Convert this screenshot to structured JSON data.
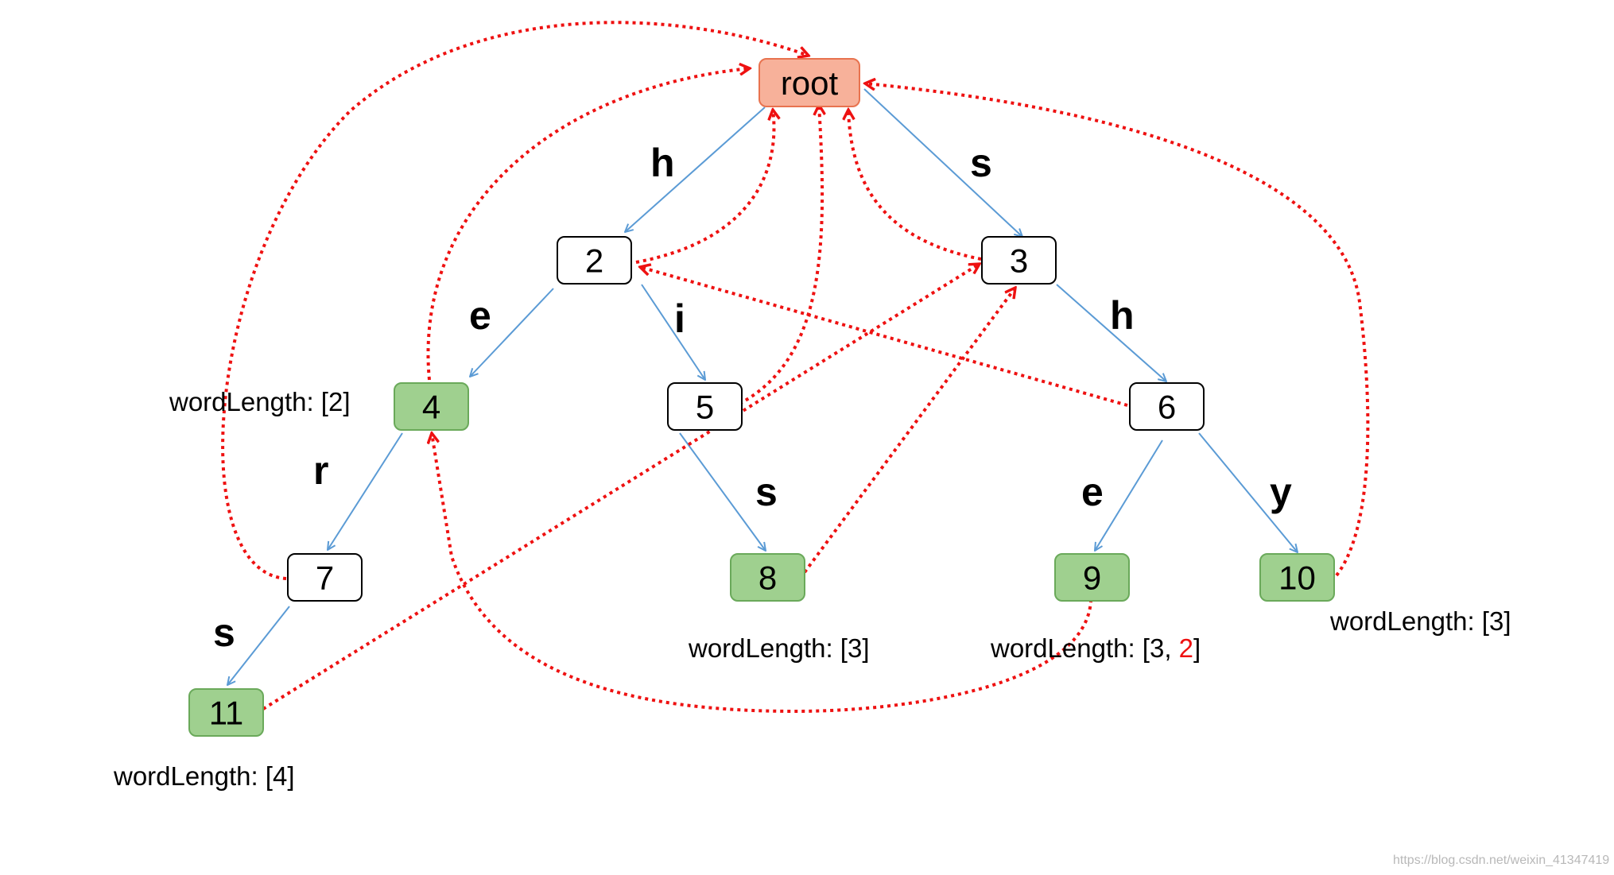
{
  "colors": {
    "root_fill": "#f7b19a",
    "root_stroke": "#e8734f",
    "end_fill": "#9fd08f",
    "end_stroke": "#6aa95a",
    "plain_fill": "#ffffff",
    "plain_stroke": "#000000",
    "tree_edge": "#5b9bd5",
    "fail_link": "#ee1111",
    "highlight": "#ee1111"
  },
  "nodes": [
    {
      "id": "root",
      "label": "root",
      "kind": "root"
    },
    {
      "id": "2",
      "label": "2",
      "kind": "plain"
    },
    {
      "id": "3",
      "label": "3",
      "kind": "plain"
    },
    {
      "id": "4",
      "label": "4",
      "kind": "end"
    },
    {
      "id": "5",
      "label": "5",
      "kind": "plain"
    },
    {
      "id": "6",
      "label": "6",
      "kind": "plain"
    },
    {
      "id": "7",
      "label": "7",
      "kind": "plain"
    },
    {
      "id": "8",
      "label": "8",
      "kind": "end"
    },
    {
      "id": "9",
      "label": "9",
      "kind": "end"
    },
    {
      "id": "10",
      "label": "10",
      "kind": "end"
    },
    {
      "id": "11",
      "label": "11",
      "kind": "end"
    }
  ],
  "edge_labels": [
    {
      "id": "root-2",
      "text": "h"
    },
    {
      "id": "root-3",
      "text": "s"
    },
    {
      "id": "2-4",
      "text": "e"
    },
    {
      "id": "2-5",
      "text": "i"
    },
    {
      "id": "3-6",
      "text": "h"
    },
    {
      "id": "4-7",
      "text": "r"
    },
    {
      "id": "5-8",
      "text": "s"
    },
    {
      "id": "6-9",
      "text": "e"
    },
    {
      "id": "6-10",
      "text": "y"
    },
    {
      "id": "7-11",
      "text": "s"
    }
  ],
  "annotations": [
    {
      "id": "wl-4",
      "text": "wordLength: [2]"
    },
    {
      "id": "wl-8",
      "text": "wordLength: [3]"
    },
    {
      "id": "wl-9-a",
      "text": "wordLength: [3, "
    },
    {
      "id": "wl-9-b",
      "text": "2"
    },
    {
      "id": "wl-9-c",
      "text": "]"
    },
    {
      "id": "wl-10",
      "text": "wordLength: [3]"
    },
    {
      "id": "wl-11",
      "text": "wordLength: [4]"
    }
  ],
  "watermark": "https://blog.csdn.net/weixin_41347419"
}
